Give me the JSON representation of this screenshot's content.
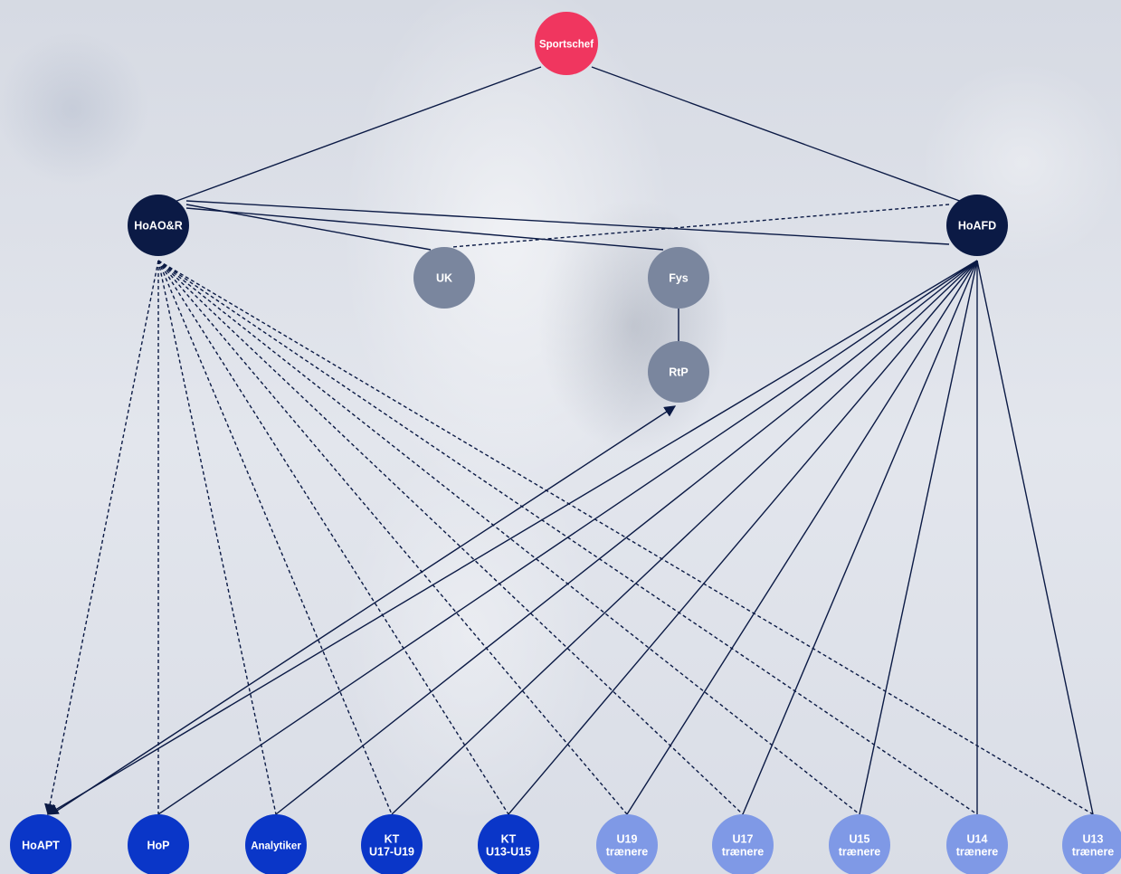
{
  "diagram": {
    "nodes": [
      {
        "id": "sportschef",
        "lines": [
          "Sportschef"
        ],
        "color": "#f0365f"
      },
      {
        "id": "hoaor",
        "lines": [
          "HoAO&R"
        ],
        "color": "#0b1a45"
      },
      {
        "id": "hoafd",
        "lines": [
          "HoAFD"
        ],
        "color": "#0b1a45"
      },
      {
        "id": "uk",
        "lines": [
          "UK"
        ],
        "color": "#7a869e"
      },
      {
        "id": "fys",
        "lines": [
          "Fys"
        ],
        "color": "#7a869e"
      },
      {
        "id": "rtp",
        "lines": [
          "RtP"
        ],
        "color": "#7a869e"
      },
      {
        "id": "hoapt",
        "lines": [
          "HoAPT"
        ],
        "color": "#0a36c8"
      },
      {
        "id": "hop",
        "lines": [
          "HoP"
        ],
        "color": "#0a36c8"
      },
      {
        "id": "analytiker",
        "lines": [
          "Analytiker"
        ],
        "color": "#0a36c8"
      },
      {
        "id": "kt-u17-u19",
        "lines": [
          "KT",
          "U17-U19"
        ],
        "color": "#0a36c8"
      },
      {
        "id": "kt-u13-u15",
        "lines": [
          "KT",
          "U13-U15"
        ],
        "color": "#0a36c8"
      },
      {
        "id": "u19-traenere",
        "lines": [
          "U19",
          "trænere"
        ],
        "color": "#7f99e6"
      },
      {
        "id": "u17-traenere",
        "lines": [
          "U17",
          "trænere"
        ],
        "color": "#7f99e6"
      },
      {
        "id": "u15-traenere",
        "lines": [
          "U15",
          "trænere"
        ],
        "color": "#7f99e6"
      },
      {
        "id": "u14-traenere",
        "lines": [
          "U14",
          "trænere"
        ],
        "color": "#7f99e6"
      },
      {
        "id": "u13-traenere",
        "lines": [
          "U13",
          "trænere"
        ],
        "color": "#7f99e6"
      }
    ],
    "edges": [
      {
        "from": "sportschef",
        "to": "hoaor",
        "style": "solid"
      },
      {
        "from": "sportschef",
        "to": "hoafd",
        "style": "solid"
      },
      {
        "from": "hoaor",
        "to": "uk",
        "style": "solid"
      },
      {
        "from": "hoaor",
        "to": "fys",
        "style": "solid"
      },
      {
        "from": "hoaor",
        "to": "hoafd",
        "style": "solid"
      },
      {
        "from": "hoafd",
        "to": "uk",
        "style": "dashed"
      },
      {
        "from": "fys",
        "to": "rtp",
        "style": "solid"
      },
      {
        "from": "hoaor",
        "to": "hoapt",
        "style": "dashed",
        "arrow": "to"
      },
      {
        "from": "hoaor",
        "to": "hop",
        "style": "dashed"
      },
      {
        "from": "hoaor",
        "to": "analytiker",
        "style": "dashed"
      },
      {
        "from": "hoaor",
        "to": "kt-u17-u19",
        "style": "dashed"
      },
      {
        "from": "hoaor",
        "to": "kt-u13-u15",
        "style": "dashed"
      },
      {
        "from": "hoaor",
        "to": "u19-traenere",
        "style": "dashed"
      },
      {
        "from": "hoaor",
        "to": "u17-traenere",
        "style": "dashed"
      },
      {
        "from": "hoaor",
        "to": "u15-traenere",
        "style": "dashed"
      },
      {
        "from": "hoaor",
        "to": "u14-traenere",
        "style": "dashed"
      },
      {
        "from": "hoaor",
        "to": "u13-traenere",
        "style": "dashed"
      },
      {
        "from": "hoafd",
        "to": "hoapt",
        "style": "solid",
        "arrow": "to"
      },
      {
        "from": "hoafd",
        "to": "hop",
        "style": "solid"
      },
      {
        "from": "hoafd",
        "to": "analytiker",
        "style": "solid"
      },
      {
        "from": "hoafd",
        "to": "kt-u17-u19",
        "style": "solid"
      },
      {
        "from": "hoafd",
        "to": "kt-u13-u15",
        "style": "solid"
      },
      {
        "from": "hoafd",
        "to": "u19-traenere",
        "style": "solid"
      },
      {
        "from": "hoafd",
        "to": "u17-traenere",
        "style": "solid"
      },
      {
        "from": "hoafd",
        "to": "u15-traenere",
        "style": "solid"
      },
      {
        "from": "hoafd",
        "to": "u14-traenere",
        "style": "solid"
      },
      {
        "from": "hoafd",
        "to": "u13-traenere",
        "style": "solid"
      },
      {
        "from": "hoapt",
        "to": "rtp",
        "style": "solid",
        "arrow": "to"
      }
    ],
    "edge_color": "#0b1a45"
  }
}
